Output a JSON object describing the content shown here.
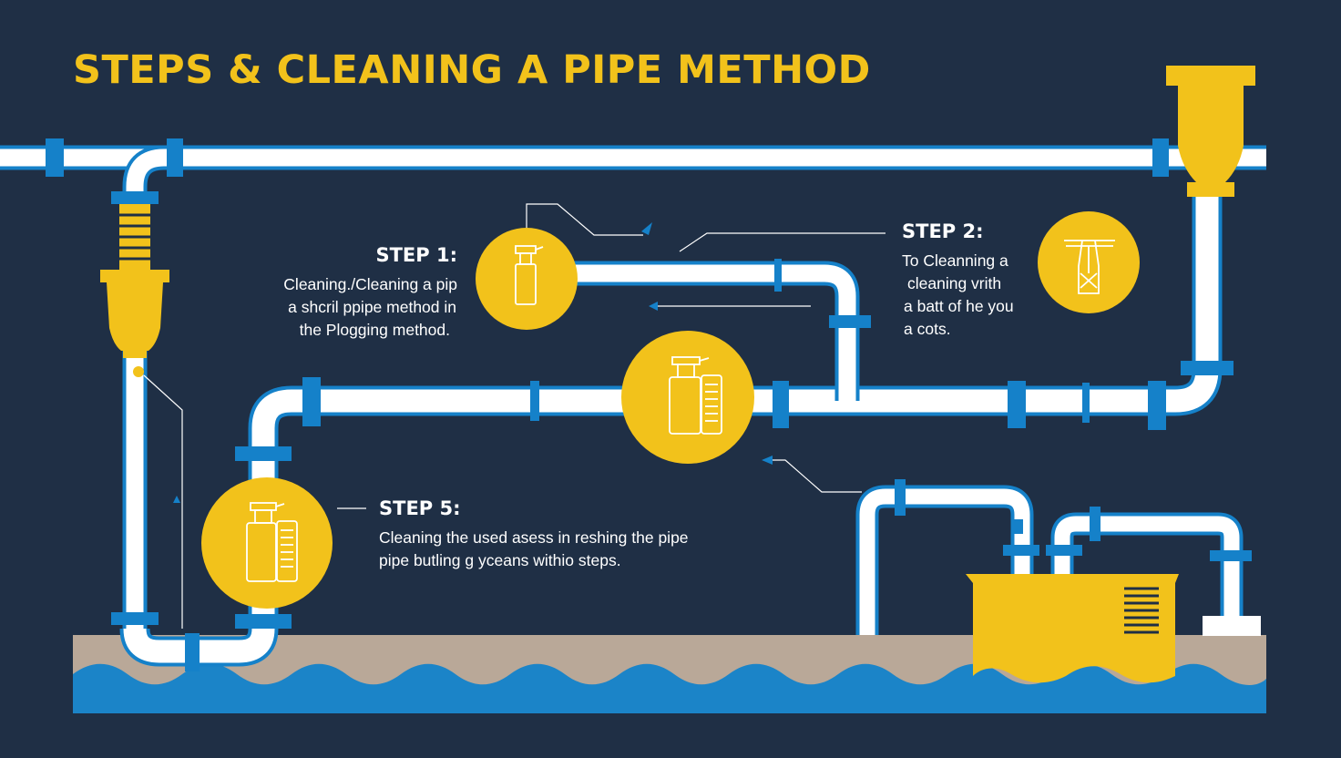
{
  "title": "STEPS & CLEANING A PIPE METHOD",
  "colors": {
    "background": "#1f2f45",
    "accent_yellow": "#f2c21b",
    "pipe_white": "#ffffff",
    "coupling_blue": "#1581c9",
    "water_blue": "#1b84c8",
    "ground": "#b9a898",
    "icon_line": "#ffffff"
  },
  "steps": [
    {
      "id": "step1",
      "heading": "STEP 1:",
      "lines": [
        "Cleaning./Cleaning a pip",
        "a shcril ppipe method in",
        "the Plogging method."
      ],
      "icon": "spray-bottle-icon"
    },
    {
      "id": "step2",
      "heading": "STEP 2:",
      "lines": [
        "To Cleanning a",
        "cleaning vrith",
        "a batt of he you",
        "a cots."
      ],
      "icon": "pipe-brush-icon"
    },
    {
      "id": "step5",
      "heading": "STEP 5:",
      "lines": [
        "Cleaning the used asess in reshing the pipe",
        "pipe butling g yceans withio  steps."
      ],
      "icon": "cleaning-bottles-icon"
    }
  ],
  "icons": {
    "center_circle": "cleaning-bottles-icon"
  }
}
